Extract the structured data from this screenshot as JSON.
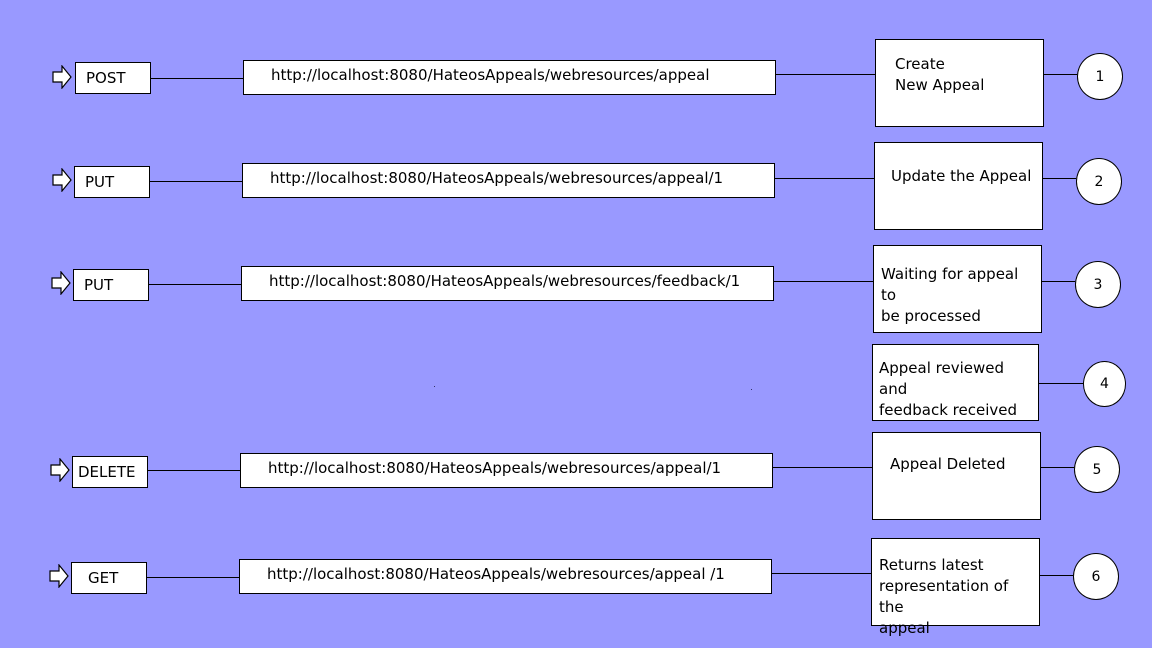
{
  "rows": [
    {
      "method": "POST",
      "url": "http://localhost:8080/HateosAppeals/webresources/appeal",
      "state": "Create\nNew Appeal",
      "number": "1"
    },
    {
      "method": "PUT",
      "url": "http://localhost:8080/HateosAppeals/webresources/appeal/1",
      "state": "Update the Appeal",
      "number": "2"
    },
    {
      "method": "PUT",
      "url": "http://localhost:8080/HateosAppeals/webresources/feedback/1",
      "state": "Waiting for appeal to\n    be processed",
      "number": "3"
    },
    {
      "method": "",
      "url": "",
      "state": "Appeal reviewed and\n feedback received",
      "number": "4"
    },
    {
      "method": "DELETE",
      "url": "http://localhost:8080/HateosAppeals/webresources/appeal/1",
      "state": "Appeal Deleted",
      "number": "5"
    },
    {
      "method": "GET",
      "url": "http://localhost:8080/HateosAppeals/webresources/appeal /1",
      "state": "Returns latest\nrepresentation of the\n  appeal",
      "number": "6"
    }
  ],
  "colors": {
    "background": "#9999ff",
    "box": "#ffffff",
    "line": "#000000"
  }
}
